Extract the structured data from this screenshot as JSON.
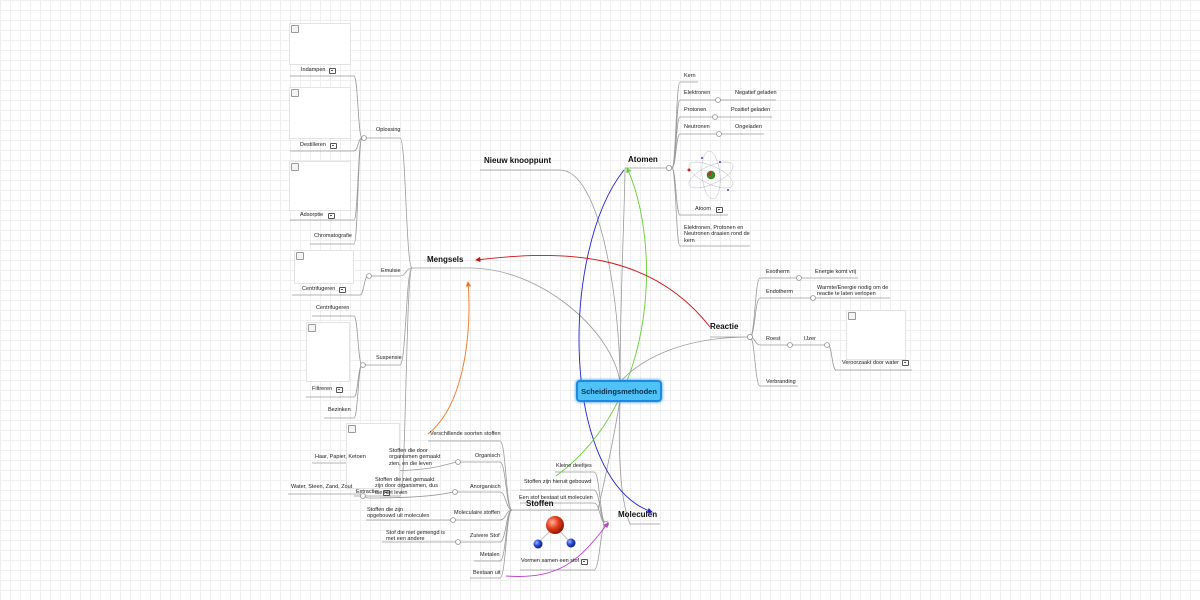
{
  "center": "Scheidingsmethoden",
  "main_topics": {
    "nieuw": "Nieuw knooppunt",
    "atomen": "Atomen",
    "mengsels": "Mengsels",
    "reactie": "Reactie",
    "moleculen": "Moleculen",
    "stoffen": "Stoffen"
  },
  "atomen": {
    "kern": "Kern",
    "elektronen": "Elektronen",
    "negatief": "Negatief geladen",
    "protonen": "Protonen",
    "positief": "Positief geladen",
    "neutronen": "Neutronen",
    "ongeladen": "Ongeladen",
    "atoom": "Atoom",
    "draaien": "Elektronen, Protonen en Neutronen draaien rond de kern"
  },
  "reactie": {
    "exotherm": "Exotherm",
    "energie_vrij": "Energie komt vrij",
    "endotherm": "Endotherm",
    "warmte": "Warmte/Energie nodig om de reactie te laten verlopen",
    "roest": "Roest",
    "ijzer": "IJzer",
    "veroorzaakt": "Veroorzaakt door water",
    "verbranding": "Verbranding"
  },
  "mengsels": {
    "indampen": "Indampen",
    "destilleren": "Destilleren",
    "adsorptie": "Adsorptie",
    "chromatografie": "Chromatografie",
    "oplossing": "Oplossing",
    "centrifugeren": "Centrifugeren",
    "emulsie": "Emulsie",
    "centrifugeren2": "Centrifugeren",
    "filtreren": "Filtreren",
    "suspensie": "Suspensie",
    "bezinken": "Bezinken",
    "extractie": "Extractie"
  },
  "stoffen": {
    "verschillende": "Verschillende soorten stoffen",
    "organisch": "Organisch",
    "organisch_desc": "Stoffen die door organismen gemaakt zien, en die leven",
    "haar": "Haar, Papier, Ketoen",
    "anorganisch": "Anorganisch",
    "anorganisch_desc": "Stoffen die niet gemaakt zijn door organismen, dus die niet leven",
    "water": "Water, Steen, Zand, Zout",
    "moleculaire": "Moleculaire stoffen",
    "moleculaire_desc": "Stoffen die zijn opgebouwd uit moleculen",
    "zuivere": "Zuivere Stof",
    "zuivere_desc": "Stof die niet gemengd is met een andere",
    "metalen": "Metalen",
    "bestaan": "Bestaan uit"
  },
  "moleculen": {
    "kleine": "Kleine deeltjes",
    "hierin": "Stoffen zijn hieruit gebouwd",
    "bestaat": "Een stof bestaat uit moleculen",
    "vormen": "Vormen samen een stof"
  },
  "colors": {
    "line": "#9a9a9a",
    "center_fill": "#4fc3f7",
    "center_border": "#1e88e5",
    "arrow_blue": "#2222cc",
    "arrow_green": "#66cc33",
    "arrow_red": "#cc1111",
    "arrow_orange": "#ee7722",
    "arrow_purple": "#bb44cc"
  }
}
